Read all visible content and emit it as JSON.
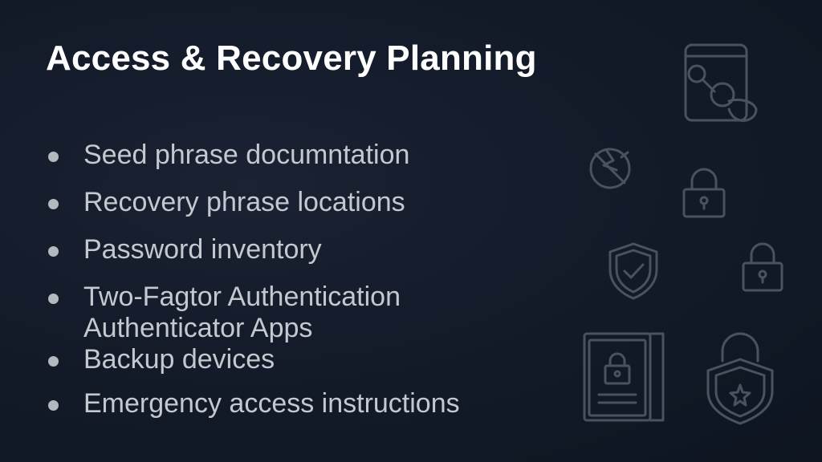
{
  "slide": {
    "title": "Access & Recovery Planning",
    "bullets": [
      {
        "text": "Seed phrase documntation"
      },
      {
        "text": "Recovery phrase locations"
      },
      {
        "text": "Password inventory"
      },
      {
        "text": "Two-Fagtor Authentication",
        "sub": "Authenticator Apps"
      },
      {
        "text": "Backup devices"
      },
      {
        "text": "Emergency access instructions"
      }
    ]
  },
  "icons": [
    "phone-key-icon",
    "broken-key-icon",
    "padlock-icon",
    "shield-check-icon",
    "padlock-icon",
    "document-lock-icon",
    "lock-shield-icon"
  ],
  "colors": {
    "background": "#121a28",
    "title": "#ffffff",
    "bullet_text": "#c4c8cf",
    "icon_stroke": "#4a5260"
  }
}
